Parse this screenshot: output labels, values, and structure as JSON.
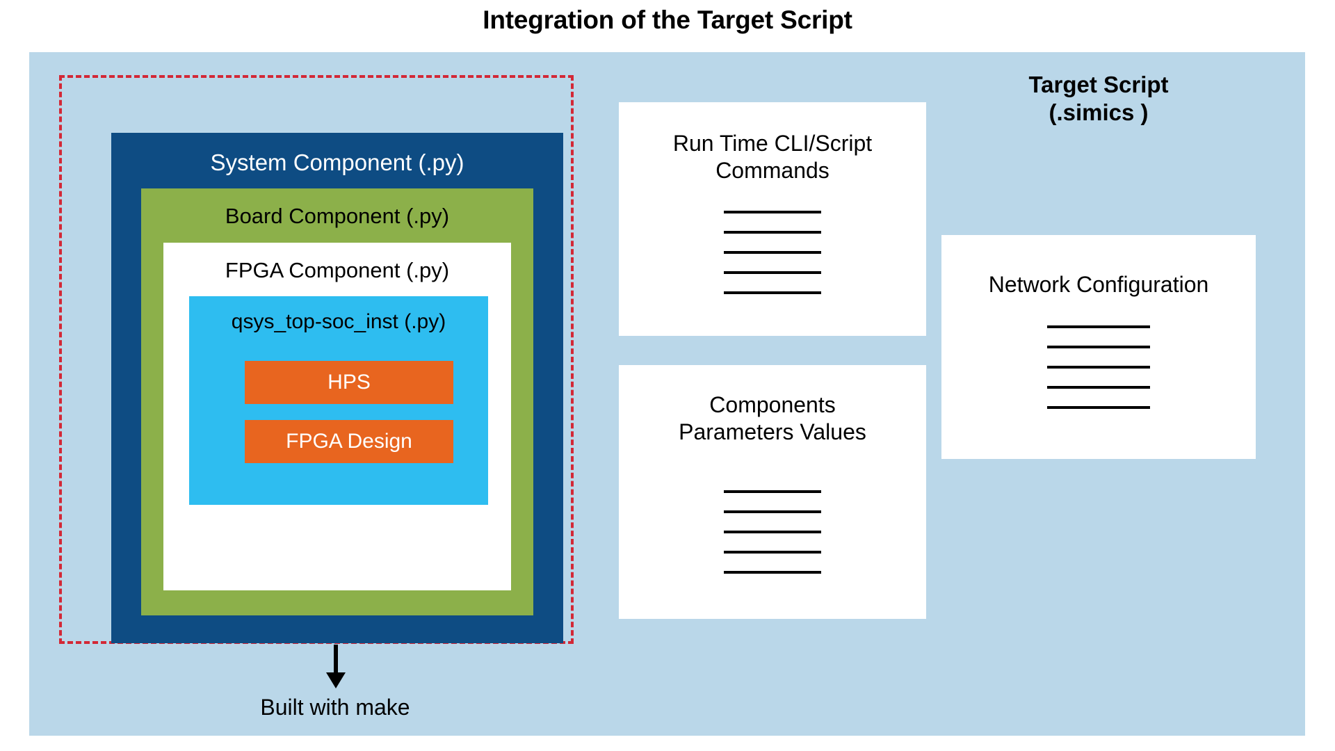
{
  "title": "Integration of the Target Script",
  "canvas": {
    "background_color": "#bad7e9"
  },
  "build_region": {
    "name": "built-with-make-region",
    "border_color": "#d32836",
    "border_style": "dashed",
    "arrow_icon": "down-arrow-icon",
    "caption": "Built with make"
  },
  "component_stack": {
    "system_component": {
      "label": "System Component (.py)",
      "color": "#0e4c83",
      "text_color": "#ffffff"
    },
    "board_component": {
      "label": "Board Component (.py)",
      "color": "#8cb04a",
      "text_color": "#000000"
    },
    "fpga_component": {
      "label": "FPGA Component (.py)",
      "color": "#ffffff",
      "text_color": "#000000"
    },
    "qsys_component": {
      "label": "qsys_top-soc_inst (.py)",
      "color": "#2ebdf0",
      "text_color": "#000000"
    },
    "inner_blocks": [
      {
        "label": "HPS",
        "color": "#e8651f",
        "text_color": "#ffffff"
      },
      {
        "label": "FPGA Design",
        "color": "#e8651f",
        "text_color": "#ffffff"
      }
    ]
  },
  "target_script": {
    "heading_line1": "Target Script",
    "heading_line2": "(.simics )",
    "cards": [
      {
        "name": "run-time-cli-script-commands",
        "title_line1": "Run Time CLI/Script",
        "title_line2": "Commands",
        "line_count": 5
      },
      {
        "name": "components-parameters-values",
        "title_line1": "Components",
        "title_line2": "Parameters Values",
        "line_count": 5
      },
      {
        "name": "network-configuration",
        "title_line1": "Network Configuration",
        "title_line2": "",
        "line_count": 5
      }
    ]
  }
}
